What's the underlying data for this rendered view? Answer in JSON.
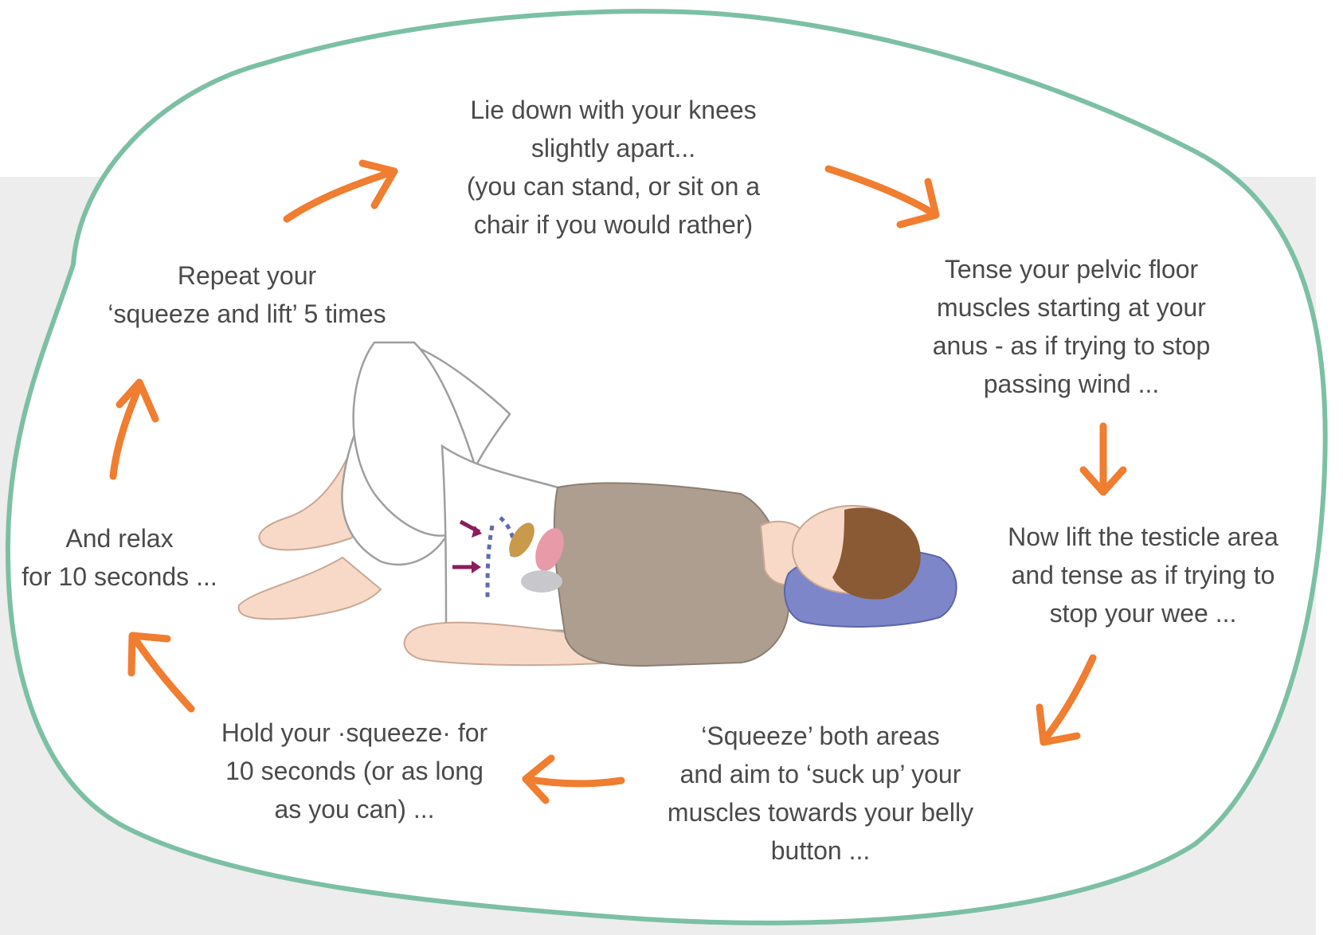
{
  "steps": {
    "lie_down": "Lie down with your knees\nslightly apart...\n(you can stand, or sit on a\nchair if you would rather)",
    "tense": "Tense your pelvic floor\nmuscles starting at your\nanus - as if trying to stop\npassing wind ...",
    "lift": "Now lift the testicle area\nand tense as if trying to\nstop your wee ...",
    "squeeze": "‘Squeeze’ both areas\nand aim to ‘suck up’ your\nmuscles towards your belly\nbutton ...",
    "hold": "Hold your ·squeeze· for\n10 seconds (or as long\nas you can) ...",
    "relax": "And relax\nfor 10 seconds ...",
    "repeat": "Repeat your\n‘squeeze and lift’ 5 times"
  },
  "colors": {
    "blob_outline": "#7cc0a4",
    "arrow": "#f07d30",
    "text": "#4a4a4a",
    "shirt": "#ad9e90",
    "skin": "#f8d9c8",
    "hair": "#8a5a34",
    "pillow": "#7c86c8",
    "anatomy_arrow": "#8b1d5c"
  },
  "illustration": {
    "subject": "person-lying-on-back-pelvic-floor-exercise"
  }
}
